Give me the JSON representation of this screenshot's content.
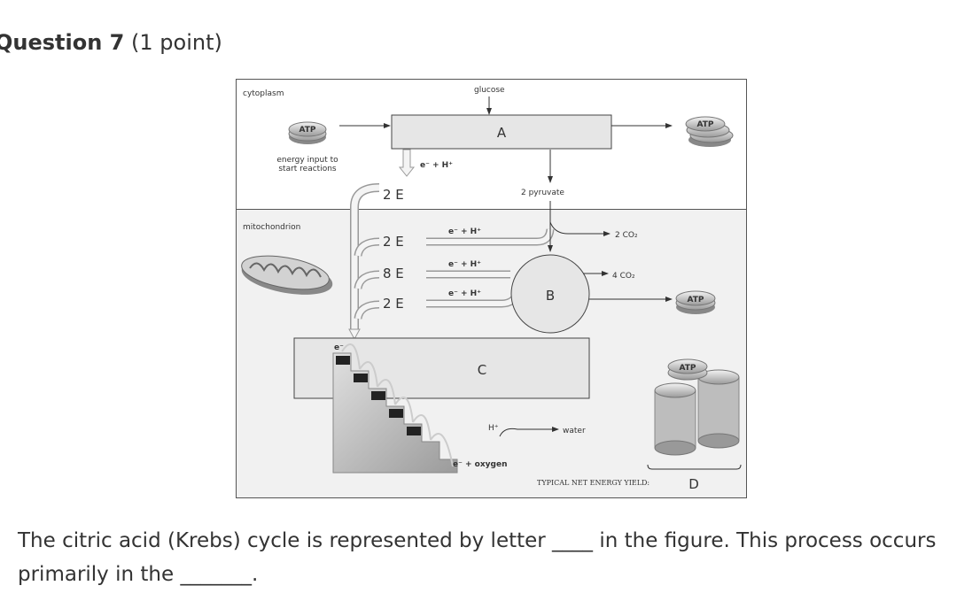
{
  "question": {
    "number_label": "Question 7",
    "points_label": "(1 point)",
    "text": "The citric acid (Krebs) cycle is represented by letter ____ in the figure.  This process occurs primarily in the _______."
  },
  "figure": {
    "cytoplasm_label": "cytoplasm",
    "mitochondrion_label": "mitochondrion",
    "glucose_label": "glucose",
    "box_a": "A",
    "circle_b": "B",
    "box_c": "C",
    "letter_d": "D",
    "atp": "ATP",
    "energy_input_line1": "energy input to",
    "energy_input_line2": "start reactions",
    "e_h": "e⁻ + H⁺",
    "two_pyruvate": "2 pyruvate",
    "two_co2": "2 CO₂",
    "four_co2": "4 CO₂",
    "two_e": "2 E",
    "eight_e": "8 E",
    "e_minus": "e⁻",
    "h_plus": "H⁺",
    "water": "water",
    "e_oxygen": "e⁻ + oxygen",
    "net_yield": "TYPICAL NET ENERGY YIELD:"
  }
}
